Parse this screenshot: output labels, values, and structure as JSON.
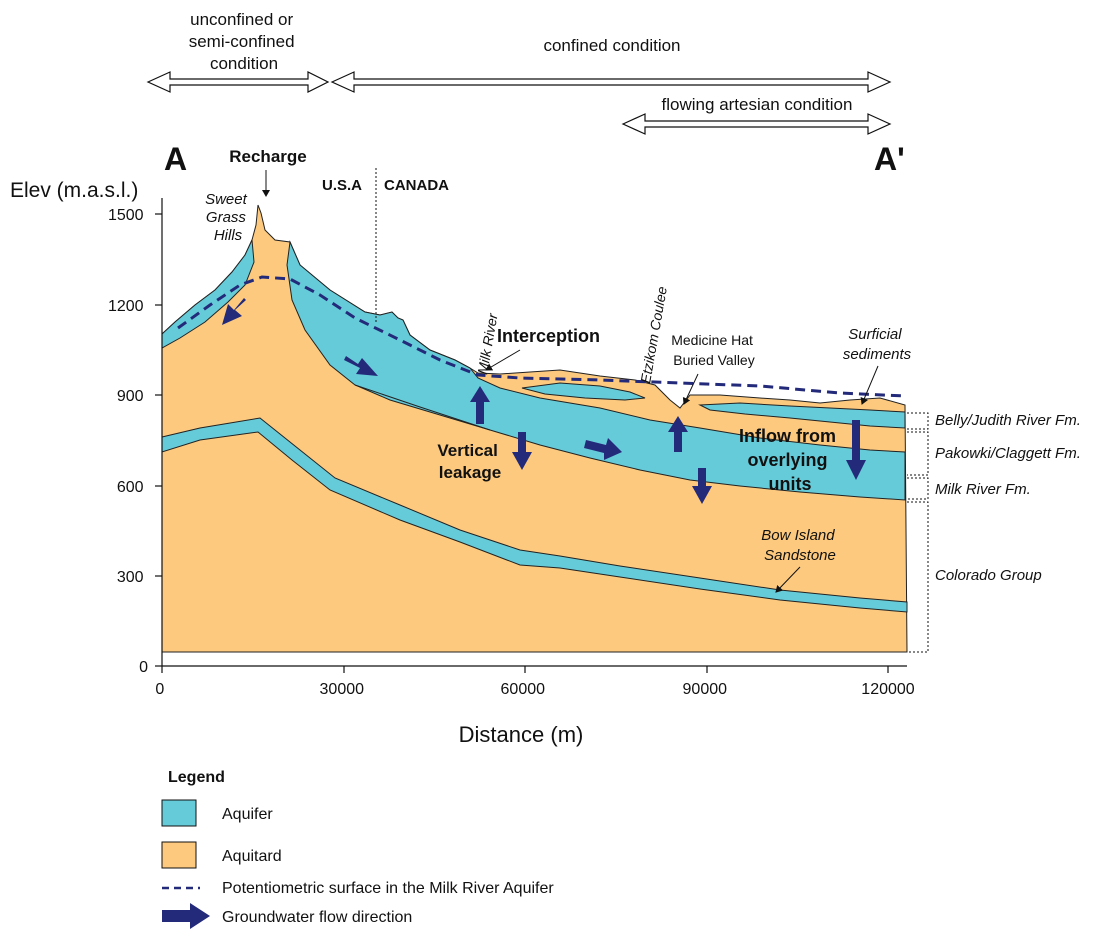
{
  "conditions": {
    "unconfined": [
      "unconfined or",
      "semi-confined",
      "condition"
    ],
    "confined": "confined condition",
    "flowing": "flowing artesian condition"
  },
  "section": {
    "start": "A",
    "end": "A'"
  },
  "labels": {
    "recharge": "Recharge",
    "usa": "U.S.A",
    "canada": "CANADA",
    "sweet_grass": [
      "Sweet",
      "Grass",
      "Hills"
    ],
    "milk_river": "Milk River",
    "interception": "Interception",
    "etzikom": "Etzikom Coulee",
    "medicine_hat": [
      "Medicine Hat",
      "Buried Valley"
    ],
    "surficial": [
      "Surficial",
      "sediments"
    ],
    "vertical_leakage": [
      "Vertical",
      "leakage"
    ],
    "inflow": [
      "Inflow from",
      "overlying",
      "units"
    ],
    "bow_island": [
      "Bow Island",
      "Sandstone"
    ]
  },
  "formations": {
    "belly": "Belly/Judith River Fm.",
    "pakowki": "Pakowki/Claggett Fm.",
    "milk": "Milk River Fm.",
    "colorado": "Colorado Group"
  },
  "axes": {
    "ylabel": "Elev (m.a.s.l.)",
    "xlabel": "Distance (m)",
    "yticks": [
      "1500",
      "1200",
      "900",
      "600",
      "300",
      "0"
    ],
    "xticks": [
      "0",
      "30000",
      "60000",
      "90000",
      "120000"
    ]
  },
  "legend": {
    "title": "Legend",
    "aquifer": "Aquifer",
    "aquitard": "Aquitard",
    "potentiometric": "Potentiometric surface in the Milk River Aquifer",
    "flow": "Groundwater flow direction"
  },
  "colors": {
    "aquifer": "#66cbd9",
    "aquitard": "#fcc97f",
    "arrow": "#232a7a"
  }
}
